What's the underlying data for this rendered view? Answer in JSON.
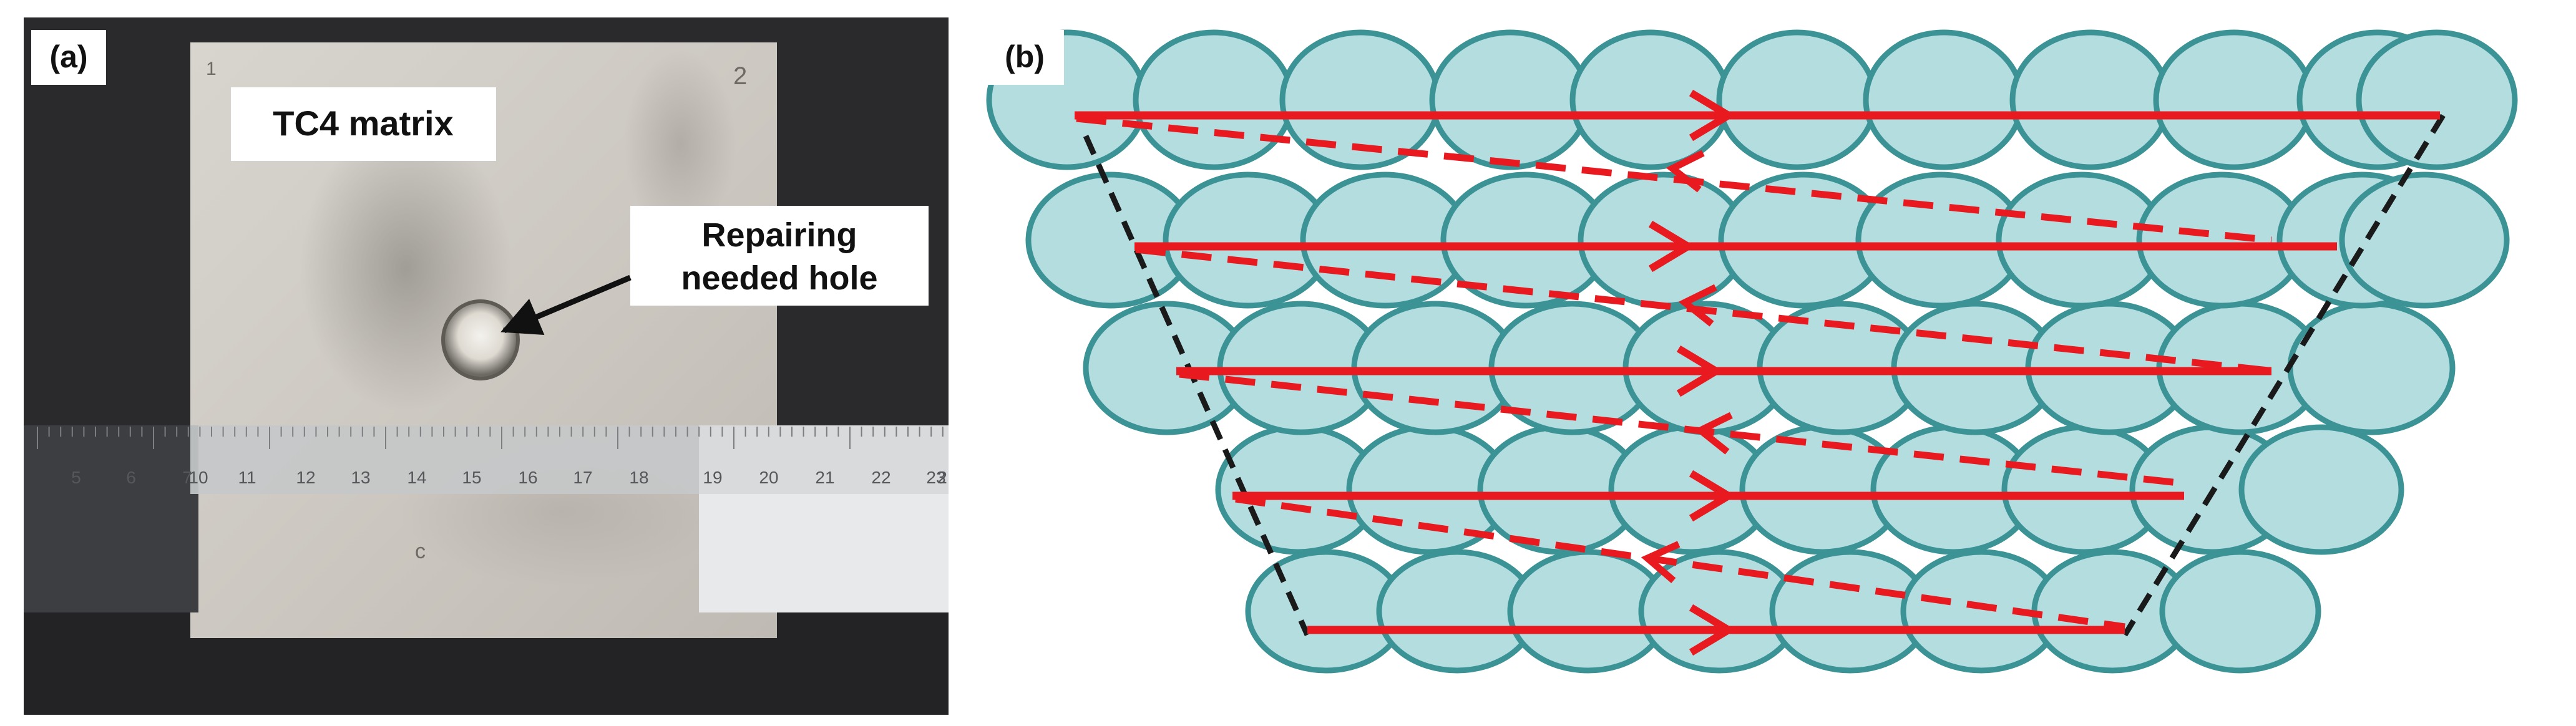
{
  "panel_a": {
    "label": "(a)",
    "matrix_label": "TC4 matrix",
    "hole_label_line1": "Repairing",
    "hole_label_line2": "needed hole",
    "ruler_numbers": [
      "5",
      "6",
      "7",
      "10",
      "11",
      "12",
      "13",
      "14",
      "15",
      "16",
      "17",
      "18",
      "19",
      "20",
      "21",
      "22",
      "23",
      "2"
    ],
    "plate_marks": [
      "1",
      "2",
      "c"
    ]
  },
  "panel_b": {
    "label": "(b)"
  },
  "colors": {
    "background_photo": "#2b2b2e",
    "plate": "#cfcbc4",
    "ruler": "#c9cbcc",
    "bead_fill": "#b4dde0",
    "bead_stroke": "#3c9396",
    "path": "#e8191f",
    "boundary": "#1a1a1a"
  }
}
